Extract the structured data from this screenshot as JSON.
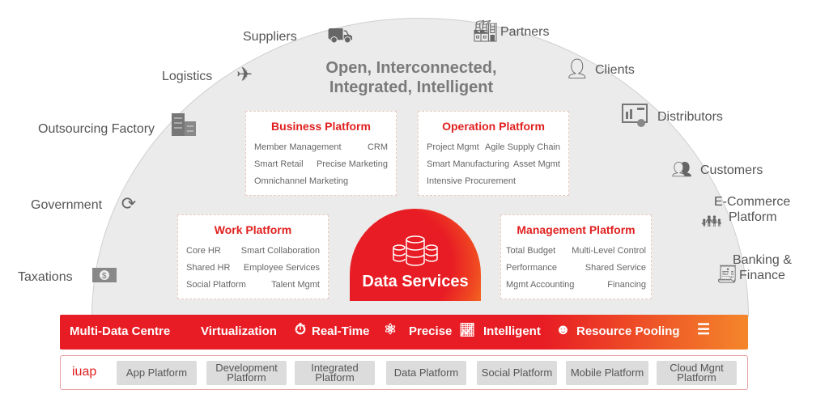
{
  "headline": [
    "Open, Interconnected,",
    "Integrated, Intelligent"
  ],
  "external": {
    "suppliers": "Suppliers",
    "partners": "Partners",
    "logistics": "Logistics",
    "clients": "Clients",
    "outsourcing": "Outsourcing Factory",
    "distributors": "Distributors",
    "government": "Government",
    "customers": "Customers",
    "ecommerce": [
      "E-Commerce",
      "Platform"
    ],
    "taxations": "Taxations",
    "banking": [
      "Banking &",
      "Finance"
    ]
  },
  "business": {
    "title": "Business Platform",
    "rows": [
      [
        "Member Management",
        "CRM"
      ],
      [
        "Smart Retail",
        "Precise Marketing"
      ],
      [
        "Omnichannel Marketing",
        ""
      ]
    ]
  },
  "operation": {
    "title": "Operation Platform",
    "rows": [
      [
        "Project Mgmt",
        "Agile Supply Chain"
      ],
      [
        "Smart Manufacturing",
        "Asset Mgmt"
      ],
      [
        "Intensive Procurement",
        ""
      ]
    ]
  },
  "work": {
    "title": "Work Platform",
    "rows": [
      [
        "Core HR",
        "Smart Collaboration"
      ],
      [
        "Shared HR",
        "Employee Services"
      ],
      [
        "Social Platform",
        "Talent Mgmt"
      ]
    ]
  },
  "management": {
    "title": "Management Platform",
    "rows": [
      [
        "Total Budget",
        "Multi-Level Control"
      ],
      [
        "Performance",
        "Shared Service"
      ],
      [
        "Mgmt Accounting",
        "Financing"
      ]
    ]
  },
  "data_services": "Data Services",
  "bar": [
    "Multi-Data Centre",
    "Virtualization",
    "Real-Time",
    "Precise",
    "Intelligent",
    "Resource Pooling"
  ],
  "iuap": {
    "label": "iuap",
    "chips": [
      [
        "App Platform"
      ],
      [
        "Development",
        "Platform"
      ],
      [
        "Integrated",
        "Platform"
      ],
      [
        "Data Platform"
      ],
      [
        "Social Platform"
      ],
      [
        "Mobile Platform"
      ],
      [
        "Cloud Mgnt",
        "Platform"
      ]
    ]
  }
}
